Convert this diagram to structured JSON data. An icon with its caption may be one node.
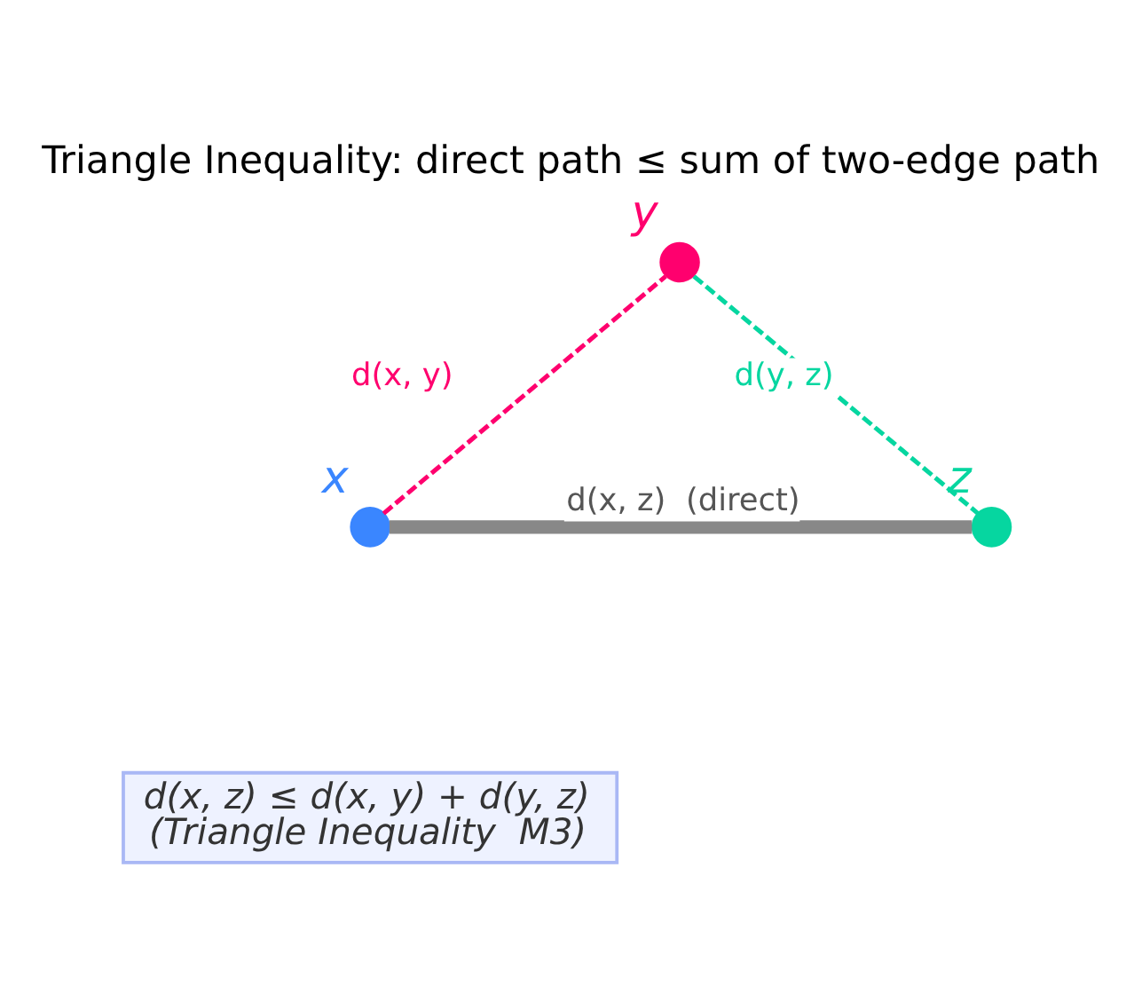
{
  "diagram": {
    "title": "Triangle Inequality: direct path ≤ sum of two-edge path",
    "nodes": [
      {
        "text": [
          "y"
        ]
      },
      {
        "text": [
          "x"
        ]
      },
      {
        "text": [
          "z"
        ]
      },
      {
        "text": [
          "d(x, z) ≤ d(x, y) + d(y, z)",
          "(Triangle Inequality  M3)"
        ]
      }
    ],
    "edges": [
      {
        "from": 1,
        "to": 0,
        "arrow": "none",
        "label": "d(x, y)",
        "style": "dashed",
        "color": "#ff006e"
      },
      {
        "from": 0,
        "to": 2,
        "arrow": "none",
        "label": "d(y, z)",
        "style": "dashed",
        "color": "#06d6a0"
      },
      {
        "from": 1,
        "to": 2,
        "arrow": "none",
        "label": "d(x, z)  (direct)",
        "style": "thick",
        "color": "#888888"
      }
    ]
  }
}
